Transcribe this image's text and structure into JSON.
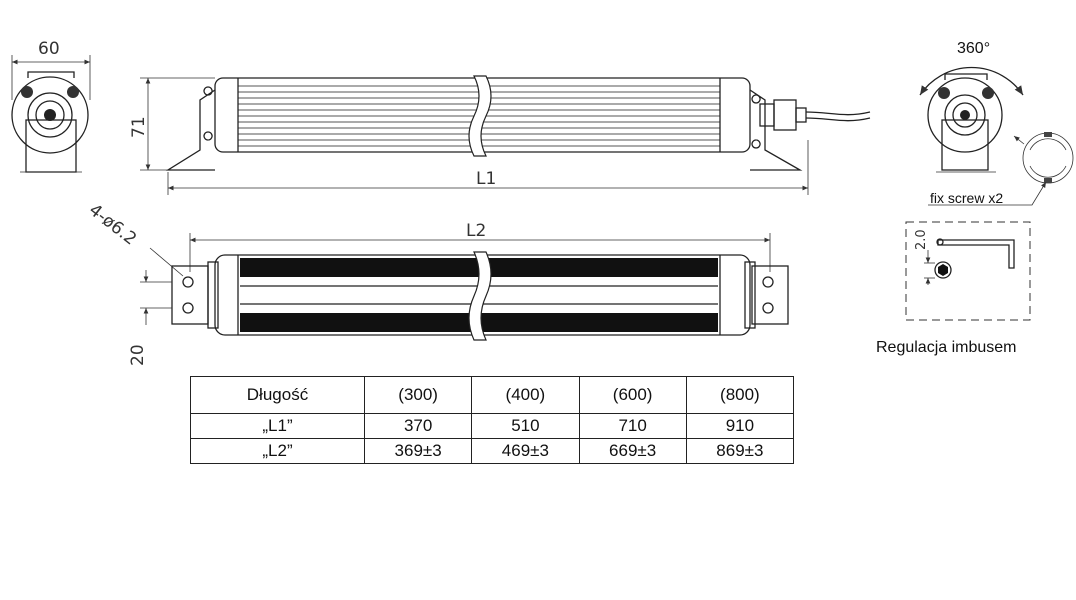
{
  "dimensions": {
    "width_end": "60",
    "height_side": "71",
    "l1": "L1",
    "l2": "L2",
    "holes": "4-ø6.2",
    "bracket_offset": "20",
    "rotation": "360°",
    "fix_screw": "fix screw  x2",
    "hex_size": "2.0"
  },
  "captions": {
    "hex_key": "Regulacja imbusem"
  },
  "table": {
    "headers": [
      "Długość",
      "(300)",
      "(400)",
      "(600)",
      "(800)"
    ],
    "rows": [
      {
        "label": "„L1”",
        "values": [
          "370",
          "510",
          "710",
          "910"
        ]
      },
      {
        "label": "„L2”",
        "values": [
          "369±3",
          "469±3",
          "669±3",
          "869±3"
        ]
      }
    ]
  }
}
